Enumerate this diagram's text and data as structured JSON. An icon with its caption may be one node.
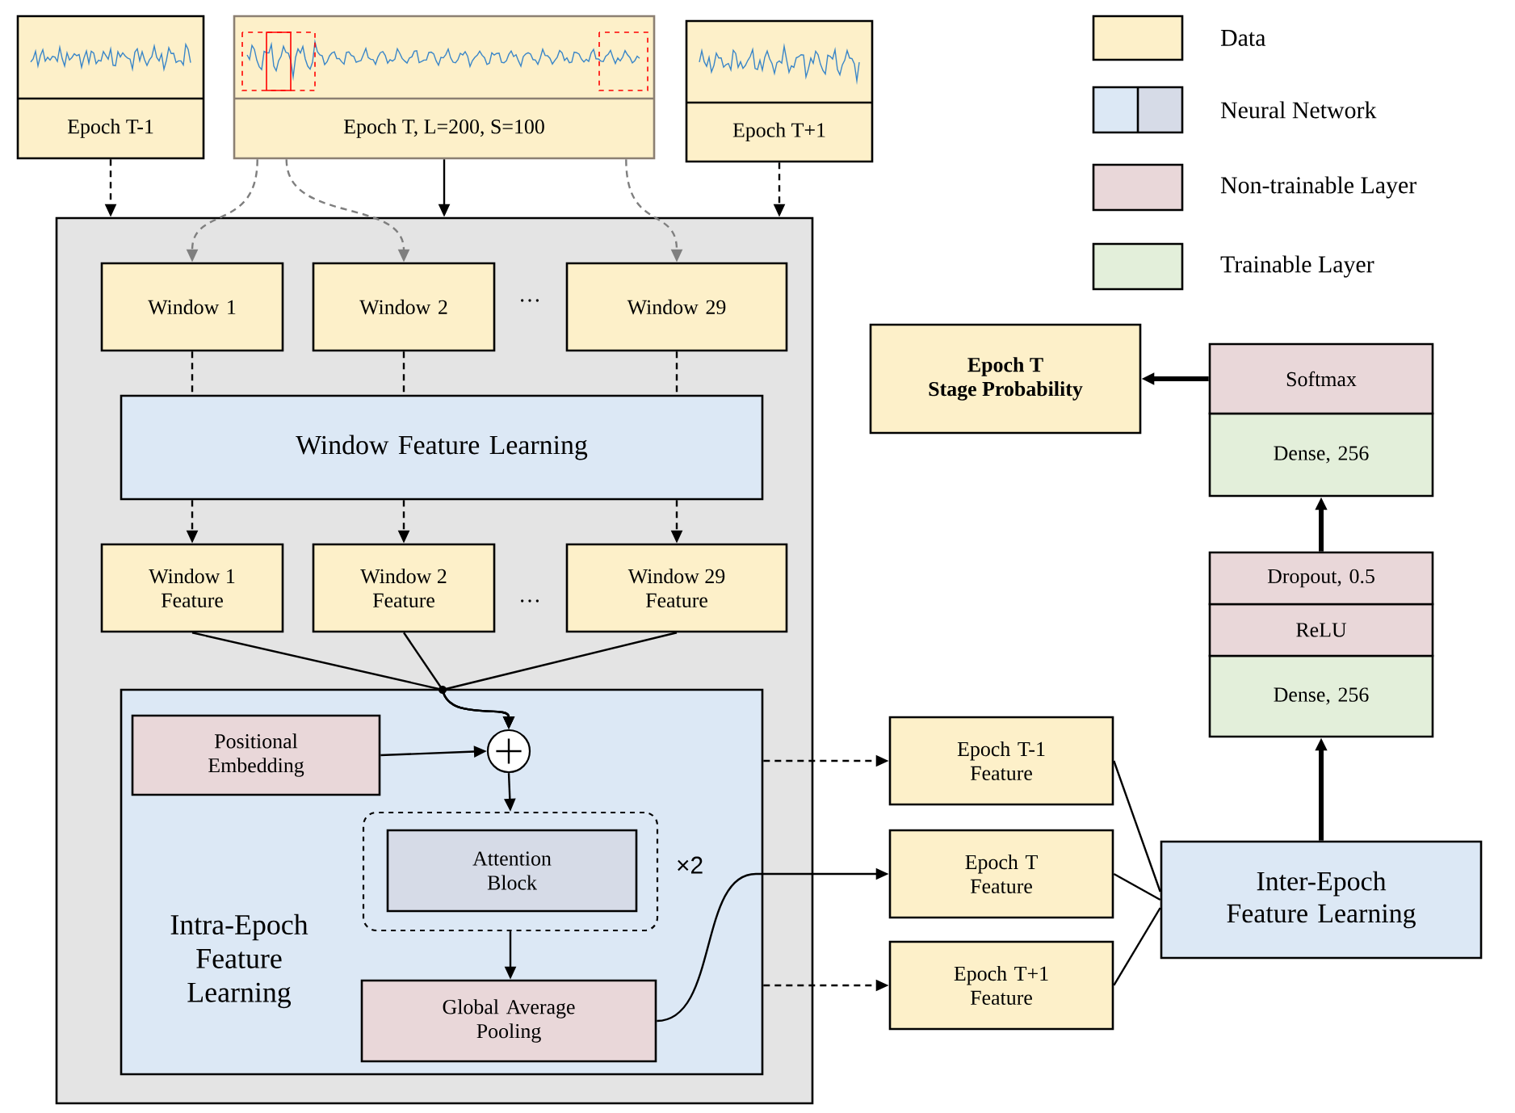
{
  "diagram": {
    "nodes": [
      {
        "text": [
          "Epoch T-1"
        ]
      },
      {
        "text": [
          "Epoch T, L=200, S=100"
        ]
      },
      {
        "text": [
          "Epoch T+1"
        ]
      },
      {
        "text": [],
        "shape": "box"
      },
      {
        "text": [
          "Window 1"
        ],
        "in": 3
      },
      {
        "text": [
          "Window 2"
        ],
        "in": 3
      },
      {
        "text": [
          "Window 29"
        ],
        "in": 3
      },
      {
        "text": [
          "Window Feature Learning"
        ],
        "in": 3
      },
      {
        "text": [
          "Window 1 Feature"
        ],
        "in": 3
      },
      {
        "text": [
          "Window 2 Feature"
        ],
        "in": 3
      },
      {
        "text": [
          "Window 29 Feature"
        ],
        "in": 3
      },
      {
        "text": [
          "Intra-Epoch Feature Learning"
        ],
        "in": 3
      },
      {
        "text": [
          "Positional Embedding"
        ],
        "in": 11
      },
      {
        "text": [],
        "shape": "circle",
        "in": 11
      },
      {
        "text": [],
        "shape": "box",
        "in": 11,
        "beside": [
          "×2"
        ]
      },
      {
        "text": [
          "Attention Block"
        ],
        "in": 14
      },
      {
        "text": [
          "Global Average Pooling"
        ],
        "in": 11
      },
      {
        "text": [
          "Epoch T-1 Feature"
        ]
      },
      {
        "text": [
          "Epoch T Feature"
        ]
      },
      {
        "text": [
          "Epoch T+1 Feature"
        ]
      },
      {
        "text": [
          "Inter-Epoch Feature Learning"
        ]
      },
      {
        "text": [
          "Dense, 256"
        ]
      },
      {
        "text": [
          "ReLU"
        ]
      },
      {
        "text": [
          "Dropout, 0.5"
        ]
      },
      {
        "text": [
          "Dense, 256"
        ]
      },
      {
        "text": [
          "Softmax"
        ]
      },
      {
        "text": [
          "Epoch T Stage Probability"
        ]
      }
    ],
    "edges": [
      {
        "from": 0,
        "to": 3,
        "arrow": "to",
        "style": "dashed"
      },
      {
        "from": 1,
        "to": 3,
        "arrow": "to"
      },
      {
        "from": 2,
        "to": 3,
        "arrow": "to",
        "style": "dashed"
      },
      {
        "from": 1,
        "to": 4,
        "arrow": "to",
        "style": "dashed",
        "color": "#7f7f7f"
      },
      {
        "from": 1,
        "to": 5,
        "arrow": "to",
        "style": "dashed",
        "color": "#7f7f7f"
      },
      {
        "from": 1,
        "to": 6,
        "arrow": "to",
        "style": "dashed",
        "color": "#7f7f7f"
      },
      {
        "from": 4,
        "to": 7,
        "arrow": "none",
        "style": "dashed"
      },
      {
        "from": 5,
        "to": 7,
        "arrow": "none",
        "style": "dashed"
      },
      {
        "from": 6,
        "to": 7,
        "arrow": "none",
        "style": "dashed"
      },
      {
        "from": 7,
        "to": 8,
        "arrow": "to",
        "style": "dashed"
      },
      {
        "from": 7,
        "to": 9,
        "arrow": "to",
        "style": "dashed"
      },
      {
        "from": 7,
        "to": 10,
        "arrow": "to",
        "style": "dashed"
      },
      {
        "from": 8,
        "to": 13,
        "arrow": "to"
      },
      {
        "from": 9,
        "to": 13,
        "arrow": "to"
      },
      {
        "from": 10,
        "to": 13,
        "arrow": "to"
      },
      {
        "from": 12,
        "to": 13,
        "arrow": "to"
      },
      {
        "from": 13,
        "to": 14,
        "arrow": "to"
      },
      {
        "from": 14,
        "to": 16,
        "arrow": "to"
      },
      {
        "from": 16,
        "to": 18,
        "arrow": "to"
      },
      {
        "from": 11,
        "to": 17,
        "arrow": "to",
        "style": "dashed"
      },
      {
        "from": 11,
        "to": 19,
        "arrow": "to",
        "style": "dashed"
      },
      {
        "from": 17,
        "to": 20,
        "arrow": "none"
      },
      {
        "from": 18,
        "to": 20,
        "arrow": "none"
      },
      {
        "from": 19,
        "to": 20,
        "arrow": "none"
      },
      {
        "from": 20,
        "to": 21,
        "arrow": "to",
        "style": "thick"
      },
      {
        "from": 23,
        "to": 24,
        "arrow": "to",
        "style": "thick"
      },
      {
        "from": 25,
        "to": 26,
        "arrow": "to",
        "style": "thick"
      }
    ],
    "labels": [
      "…",
      "…"
    ],
    "legend": [
      {
        "text": "Data",
        "color": "#fdf0c9"
      },
      {
        "text": "Neural Network"
      },
      {
        "text": "Non-trainable Layer",
        "color": "#e9d7d9"
      },
      {
        "text": "Trainable Layer",
        "color": "#e3efda"
      }
    ]
  }
}
